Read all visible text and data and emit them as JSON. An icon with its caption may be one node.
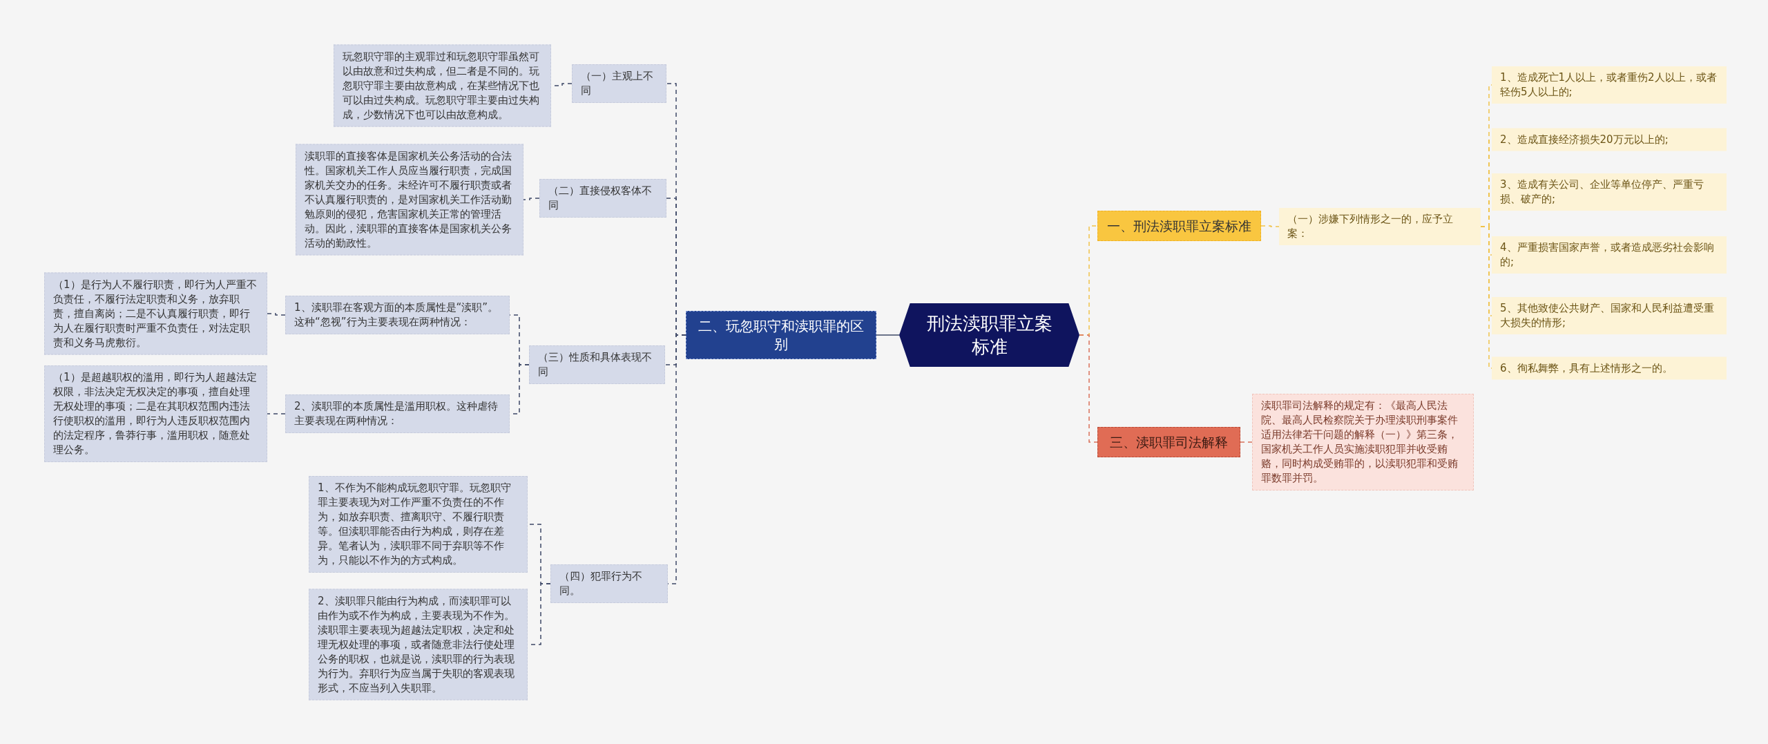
{
  "diagram": {
    "nodes": [
      {
        "text": [
          "刑法渎职罪立案标准"
        ]
      },
      {
        "text": [
          "二、玩忽职守和渎职罪的区别"
        ]
      },
      {
        "text": [
          "（一）主观上不同"
        ]
      },
      {
        "text": [
          "玩忽职守罪的主观罪过和玩忽职守罪虽然可以由故意和过失构成，但二者是不同的。玩忽职守罪主要由故意构成，在某些情况下也可以由过失构成。玩忽职守罪主要由过失构成，少数情况下也可以由故意构成。"
        ]
      },
      {
        "text": [
          "（二）直接侵权客体不同"
        ]
      },
      {
        "text": [
          "渎职罪的直接客体是国家机关公务活动的合法性。国家机关工作人员应当履行职责，完成国家机关交办的任务。未经许可不履行职责或者不认真履行职责的，是对国家机关工作活动勤勉原则的侵犯，危害国家机关正常的管理活动。因此，渎职罪的直接客体是国家机关公务活动的勤政性。"
        ]
      },
      {
        "text": [
          "（三）性质和具体表现不同"
        ]
      },
      {
        "text": [
          "1、渎职罪在客观方面的本质属性是“渎职”。这种“忽视”行为主要表现在两种情况："
        ]
      },
      {
        "text": [
          "（1）是行为人不履行职责，即行为人严重不负责任，不履行法定职责和义务，放弃职责，擅自离岗；二是不认真履行职责，即行为人在履行职责时严重不负责任，对法定职责和义务马虎敷衍。"
        ]
      },
      {
        "text": [
          "2、渎职罪的本质属性是滥用职权。这种虐待主要表现在两种情况："
        ]
      },
      {
        "text": [
          "（1）是超越职权的滥用，即行为人超越法定权限，非法决定无权决定的事项，擅自处理无权处理的事项；二是在其职权范围内违法行使职权的滥用，即行为人违反职权范围内的法定程序，鲁莽行事，滥用职权，随意处理公务。"
        ]
      },
      {
        "text": [
          "（四）犯罪行为不同。"
        ]
      },
      {
        "text": [
          "1、不作为不能构成玩忽职守罪。玩忽职守罪主要表现为对工作严重不负责任的不作为，如放弃职责、擅离职守、不履行职责等。但渎职罪能否由行为构成，则存在差异。笔者认为，渎职罪不同于弃职等不作为，只能以不作为的方式构成。"
        ]
      },
      {
        "text": [
          "2、渎职罪只能由行为构成，而渎职罪可以由作为或不作为构成，主要表现为不作为。渎职罪主要表现为超越法定职权，决定和处理无权处理的事项，或者随意非法行使处理公务的职权，也就是说，渎职罪的行为表现为行为。弃职行为应当属于失职的客观表现形式，不应当列入失职罪。"
        ]
      },
      {
        "text": [
          "一、刑法渎职罪立案标准"
        ]
      },
      {
        "text": [
          "（一）涉嫌下列情形之一的，应予立案："
        ]
      },
      {
        "text": [
          "1、造成死亡1人以上，或者重伤2人以上，或者轻伤5人以上的;"
        ]
      },
      {
        "text": [
          "2、造成直接经济损失20万元以上的;"
        ]
      },
      {
        "text": [
          "3、造成有关公司、企业等单位停产、严重亏损、破产的;"
        ]
      },
      {
        "text": [
          "4、严重损害国家声誉，或者造成恶劣社会影响的;"
        ]
      },
      {
        "text": [
          "5、其他致使公共财产、国家和人民利益遭受重大损失的情形;"
        ]
      },
      {
        "text": [
          "6、徇私舞弊，具有上述情形之一的。"
        ]
      },
      {
        "text": [
          "三、渎职罪司法解释"
        ]
      },
      {
        "text": [
          "渎职罪司法解释的规定有：《最高人民法院、最高人民检察院关于办理渎职刑事案件适用法律若干问题的解释（一）》第三条，国家机关工作人员实施渎职犯罪并收受贿赂，同时构成受贿罪的，以渎职犯罪和受贿罪数罪并罚。"
        ]
      }
    ],
    "edges": [
      {
        "from": 0,
        "to": 1,
        "arrow": "none"
      },
      {
        "from": 1,
        "to": 2,
        "arrow": "none",
        "style": "dashed"
      },
      {
        "from": 2,
        "to": 3,
        "arrow": "none",
        "style": "dashed"
      },
      {
        "from": 1,
        "to": 4,
        "arrow": "none",
        "style": "dashed"
      },
      {
        "from": 4,
        "to": 5,
        "arrow": "none",
        "style": "dashed"
      },
      {
        "from": 1,
        "to": 6,
        "arrow": "none",
        "style": "dashed"
      },
      {
        "from": 6,
        "to": 7,
        "arrow": "none",
        "style": "dashed"
      },
      {
        "from": 7,
        "to": 8,
        "arrow": "none",
        "style": "dashed"
      },
      {
        "from": 6,
        "to": 9,
        "arrow": "none",
        "style": "dashed"
      },
      {
        "from": 9,
        "to": 10,
        "arrow": "none",
        "style": "dashed"
      },
      {
        "from": 1,
        "to": 11,
        "arrow": "none",
        "style": "dashed"
      },
      {
        "from": 11,
        "to": 12,
        "arrow": "none",
        "style": "dashed"
      },
      {
        "from": 11,
        "to": 13,
        "arrow": "none",
        "style": "dashed"
      },
      {
        "from": 0,
        "to": 14,
        "arrow": "none",
        "style": "dashed",
        "color": "#f0c24a"
      },
      {
        "from": 14,
        "to": 15,
        "arrow": "none",
        "style": "dashed",
        "color": "#f0c24a"
      },
      {
        "from": 15,
        "to": 16,
        "arrow": "none",
        "style": "dashed",
        "color": "#f0c24a"
      },
      {
        "from": 15,
        "to": 17,
        "arrow": "none",
        "style": "dashed",
        "color": "#f0c24a"
      },
      {
        "from": 15,
        "to": 18,
        "arrow": "none",
        "style": "dashed",
        "color": "#f0c24a"
      },
      {
        "from": 15,
        "to": 19,
        "arrow": "none",
        "style": "dashed",
        "color": "#f0c24a"
      },
      {
        "from": 15,
        "to": 20,
        "arrow": "none",
        "style": "dashed",
        "color": "#f0c24a"
      },
      {
        "from": 15,
        "to": 21,
        "arrow": "none",
        "style": "dashed",
        "color": "#f0c24a"
      },
      {
        "from": 0,
        "to": 22,
        "arrow": "none",
        "style": "dashed",
        "color": "#d9705a"
      },
      {
        "from": 22,
        "to": 23,
        "arrow": "none",
        "style": "dashed",
        "color": "#d9705a"
      }
    ]
  }
}
